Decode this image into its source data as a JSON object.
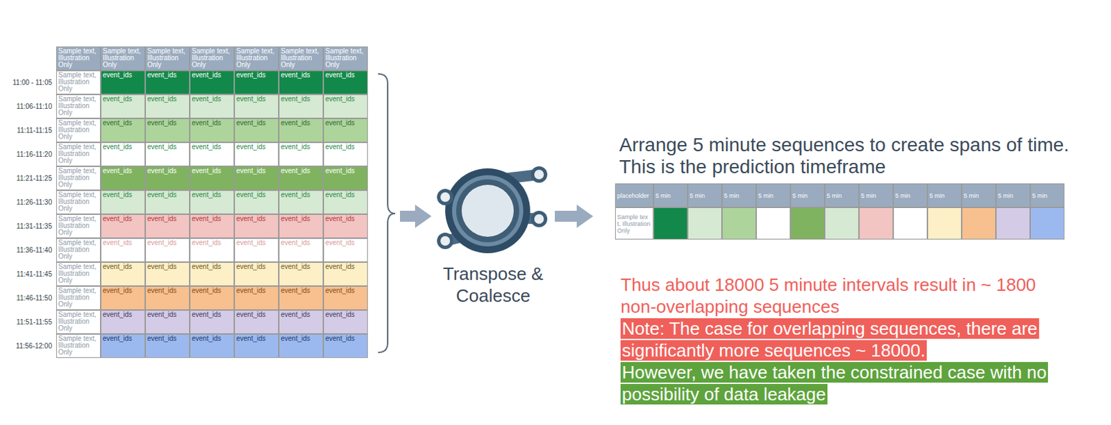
{
  "diagram": {
    "nodes": [
      {
        "text": [
          "Sample text, Illustration Only",
          "Sample text, Illustration Only",
          "Sample text, Illustration Only",
          "Sample text, Illustration Only",
          "Sample text, Illustration Only",
          "Sample text, Illustration Only",
          "Sample text, Illustration Only",
          "Sample text, Illustration Only",
          "event_ids",
          "event_ids",
          "event_ids",
          "event_ids",
          "event_ids",
          "event_ids",
          "Sample text, Illustration Only",
          "event_ids",
          "event_ids",
          "event_ids",
          "event_ids",
          "event_ids",
          "event_ids",
          "Sample text, Illustration Only",
          "event_ids",
          "event_ids",
          "event_ids",
          "event_ids",
          "event_ids",
          "event_ids",
          "Sample text, Illustration Only",
          "event_ids",
          "event_ids",
          "event_ids",
          "event_ids",
          "event_ids",
          "event_ids",
          "Sample text, Illustration Only",
          "event_ids",
          "event_ids",
          "event_ids",
          "event_ids",
          "event_ids",
          "event_ids",
          "Sample text, Illustration Only",
          "event_ids",
          "event_ids",
          "event_ids",
          "event_ids",
          "event_ids",
          "event_ids",
          "Sample text, Illustration Only",
          "event_ids",
          "event_ids",
          "event_ids",
          "event_ids",
          "event_ids",
          "event_ids",
          "Sample text, Illustration Only",
          "event_ids",
          "event_ids",
          "event_ids",
          "event_ids",
          "event_ids",
          "event_ids",
          "Sample text, Illustration Only",
          "event_ids",
          "event_ids",
          "event_ids",
          "event_ids",
          "event_ids",
          "event_ids",
          "Sample text, Illustration Only",
          "event_ids",
          "event_ids",
          "event_ids",
          "event_ids",
          "event_ids",
          "event_ids",
          "Sample text, Illustration Only",
          "event_ids",
          "event_ids",
          "event_ids",
          "event_ids",
          "event_ids",
          "event_ids",
          "Sample text, Illustration Only",
          "event_ids",
          "event_ids",
          "event_ids",
          "event_ids",
          "event_ids",
          "event_ids"
        ]
      },
      {
        "text": [
          "Transpose & Coalesce"
        ]
      },
      {
        "text": [
          "placeholder",
          "5 min",
          "5 min",
          "5 min",
          "5 min",
          "5 min",
          "5 min",
          "5 min",
          "5 min",
          "5 min",
          "5 min",
          "5 min",
          "5 min",
          "Sample text, Illustration Only"
        ]
      }
    ],
    "edges": [
      {
        "from": 0,
        "to": 1,
        "arrow": "to"
      },
      {
        "from": 1,
        "to": 2,
        "arrow": "to"
      }
    ],
    "labels": [
      "11:00 - 11:05",
      "11:06-11:10",
      "11:11-11:15",
      "11:16-11:20",
      "11:21-11:25",
      "11:26-11:30",
      "11:31-11:35",
      "11:36-11:40",
      "11:41-11:45",
      "11:46-11:50",
      "11:51-11:55",
      "11:56-12:00",
      "Arrange 5 minute sequences to create spans of time. This is the prediction timeframe",
      "Thus about 18000 5 minute intervals result in ~ 1800 non-overlapping sequences",
      "Note: The case for overlapping sequences, there are significantly more sequences ~ 18000.",
      "However, we have taken the constrained case with no possibility of data leakage"
    ]
  }
}
